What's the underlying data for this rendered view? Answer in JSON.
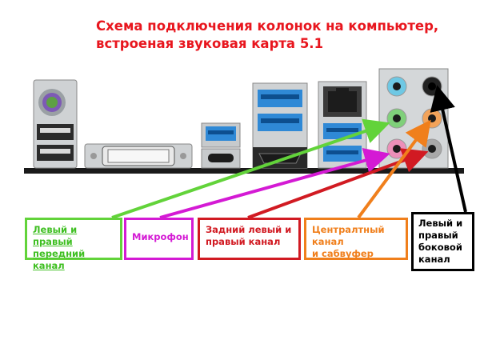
{
  "title": {
    "line1": "Схема подключения колонок на компьютер,",
    "line2": "встроеная звуковая карта 5.1"
  },
  "labels": {
    "front": {
      "line1": "Левый и правый",
      "line2": "передний канал"
    },
    "mic": {
      "line1": "Микрофон"
    },
    "rear": {
      "line1": "Задний левый и",
      "line2": "правый канал"
    },
    "center": {
      "line1": "Централтный канал",
      "line2": "и сабвуфер"
    },
    "side": {
      "line1": "Левый и",
      "line2": "правый",
      "line3": "боковой",
      "line4": "канал"
    }
  },
  "colors": {
    "title": "#e8161e",
    "front": "#62d33a",
    "mic": "#d41ad4",
    "rear": "#d11a22",
    "center": "#f07f1c",
    "side": "#000000",
    "jack_blue": "#6ec8e4",
    "jack_green": "#7fd07a",
    "jack_pink": "#ec8fb8",
    "jack_orange": "#f2a35a",
    "jack_grey": "#a8a8a8",
    "jack_black": "#222222"
  },
  "icons": [
    "ps2-port-icon",
    "usb2-ports-icon",
    "dvi-port-icon",
    "usb3-port-icon",
    "usb-c-port-icon",
    "hdmi-port-icon",
    "ethernet-port-icon",
    "audio-jack-icon"
  ]
}
